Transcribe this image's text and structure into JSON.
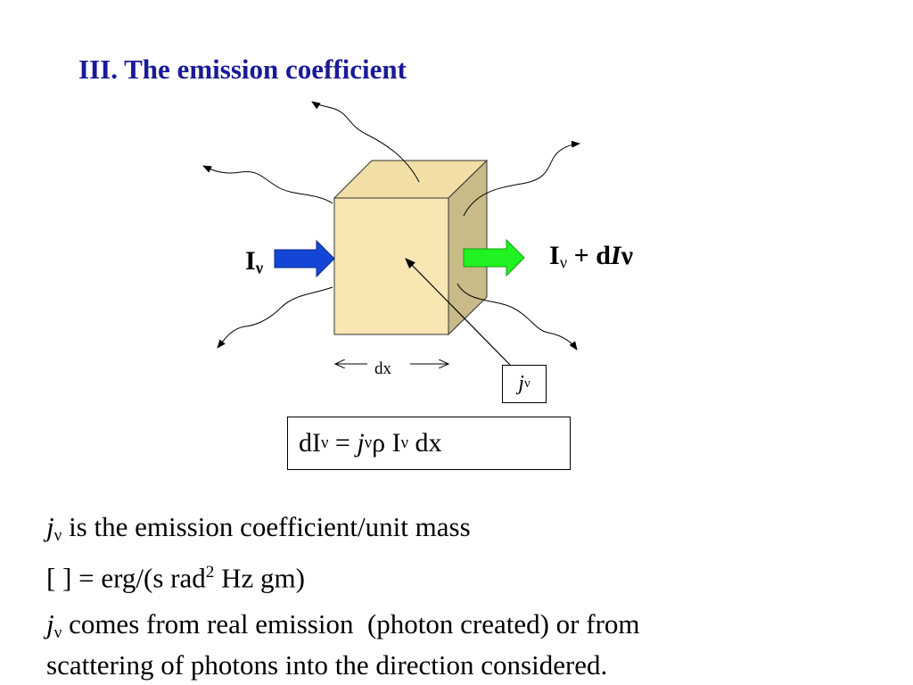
{
  "title": "III. The emission coefficient",
  "diagram": {
    "intensity_in": {
      "base": "I",
      "sub": "ν"
    },
    "intensity_out": {
      "base": "I",
      "sub": "ν",
      "plus": " + d",
      "italic": "I",
      "tail": "ν"
    },
    "dx_label": "dx",
    "j_label": {
      "base": "j",
      "sub": "ν"
    },
    "colors": {
      "cube_front": "#f8e6b3",
      "cube_top": "#f2dfa6",
      "cube_side": "#c8bb88",
      "arrow_in": "#1446d6",
      "arrow_out": "#21f221"
    }
  },
  "equation": {
    "lhs": "dI",
    "lhs_sub": "ν",
    "eq": " = ",
    "j": "j",
    "j_sub": "ν",
    "rho": "ρ I",
    "i_sub": "ν",
    "tail": " dx"
  },
  "text": {
    "line1": {
      "j": "j",
      "sub": "ν",
      "rest": " is the emission coefficient/unit mass"
    },
    "line2": {
      "pre": "[ ] = erg/(s rad",
      "sup": "2",
      "post": " Hz gm)"
    },
    "line3": {
      "j": "j",
      "sub": "ν",
      "rest": " comes from real emission  (photon created) or from",
      "cont": "scattering of photons into the direction considered."
    }
  }
}
